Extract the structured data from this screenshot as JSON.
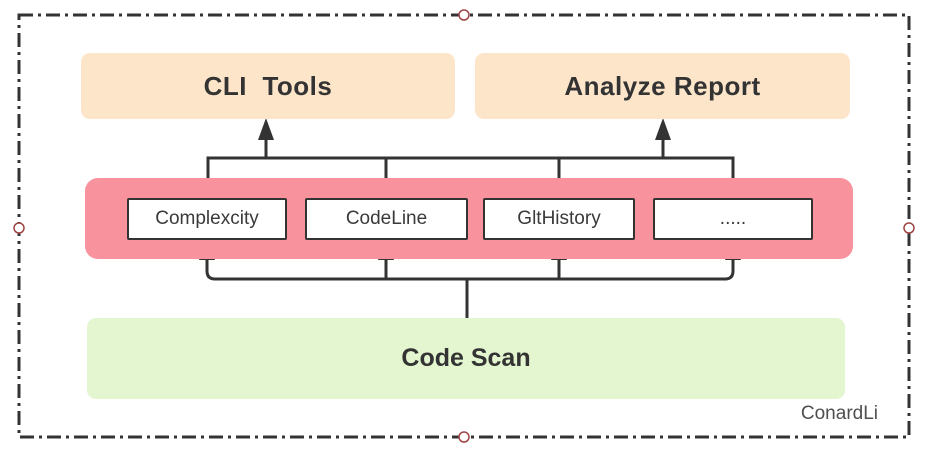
{
  "diagram": {
    "top_boxes": {
      "cli": {
        "label": "CLI  Tools"
      },
      "analyze": {
        "label": "Analyze Report"
      }
    },
    "plugins": {
      "complexcity": {
        "label": "Complexcity"
      },
      "codeline": {
        "label": "CodeLine"
      },
      "githistory": {
        "label": "GltHistory"
      },
      "more": {
        "label": "....."
      }
    },
    "bottom_box": {
      "label": "Code Scan"
    },
    "watermark": "ConardLi",
    "colors": {
      "top_box_fill": "#fce5c9",
      "band_fill": "#f8939e",
      "bottom_box_fill": "#e3f6cf",
      "plugin_box_fill": "#ffffff",
      "line": "#333333",
      "selection_handle": "#9e4444"
    }
  }
}
